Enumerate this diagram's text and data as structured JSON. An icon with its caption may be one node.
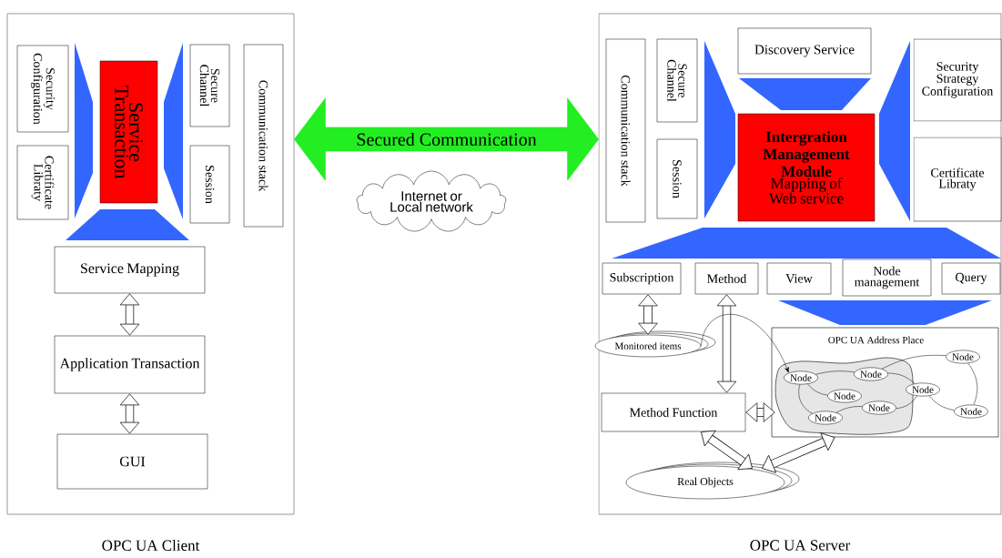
{
  "diagram": {
    "nodes": [
      {
        "text": [
          "OPC UA Client"
        ]
      },
      {
        "text": [
          "Security Configuration"
        ],
        "in": 0
      },
      {
        "text": [
          "Certificate Libraty"
        ],
        "in": 0
      },
      {
        "text": [
          "Service Transaction"
        ],
        "in": 0
      },
      {
        "text": [
          "Secure Channel"
        ],
        "in": 0
      },
      {
        "text": [
          "Session"
        ],
        "in": 0
      },
      {
        "text": [
          "Communication stack"
        ],
        "in": 0
      },
      {
        "text": [
          "Service Mapping"
        ],
        "in": 0
      },
      {
        "text": [
          "Application Transaction"
        ],
        "in": 0
      },
      {
        "text": [
          "GUI"
        ],
        "in": 0
      },
      {
        "text": [
          "OPC UA Server"
        ]
      },
      {
        "text": [
          "Communication stack"
        ],
        "in": 10
      },
      {
        "text": [
          "Secure Channel"
        ],
        "in": 10
      },
      {
        "text": [
          "Session"
        ],
        "in": 10
      },
      {
        "text": [
          "Discovery Service"
        ],
        "in": 10
      },
      {
        "text": [
          "Intergration Management Module",
          "Mapping of Web service"
        ],
        "in": 10
      },
      {
        "text": [
          "Security Strategy Configuration"
        ],
        "in": 10
      },
      {
        "text": [
          "Certificate Libraty"
        ],
        "in": 10
      },
      {
        "text": [
          "Subscription"
        ],
        "in": 10
      },
      {
        "text": [
          "Method"
        ],
        "in": 10
      },
      {
        "text": [
          "View"
        ],
        "in": 10
      },
      {
        "text": [
          "Node management"
        ],
        "in": 10
      },
      {
        "text": [
          "Query"
        ],
        "in": 10
      },
      {
        "text": [
          "Monitored items"
        ],
        "in": 10
      },
      {
        "text": [
          "Method Function"
        ],
        "in": 10
      },
      {
        "text": [
          "OPC UA Address Place"
        ],
        "in": 10
      },
      {
        "text": [],
        "shape": "cloud",
        "in": 25
      },
      {
        "text": [
          "Node"
        ],
        "in": 26
      },
      {
        "text": [
          "Node"
        ],
        "in": 26
      },
      {
        "text": [
          "Node"
        ],
        "in": 26
      },
      {
        "text": [
          "Node"
        ],
        "in": 26
      },
      {
        "text": [
          "Node"
        ],
        "in": 26
      },
      {
        "text": [
          "Node"
        ],
        "in": 25
      },
      {
        "text": [
          "Node"
        ],
        "in": 25
      },
      {
        "text": [
          "Node"
        ],
        "in": 25
      },
      {
        "text": [
          "Real Objects"
        ],
        "in": 10
      },
      {
        "text": [
          "Internet or Local network"
        ]
      },
      {
        "text": [],
        "shape": "trapezoid",
        "in": 0
      },
      {
        "text": [],
        "shape": "trapezoid",
        "in": 0
      },
      {
        "text": [],
        "shape": "trapezoid",
        "in": 0
      },
      {
        "text": [],
        "shape": "trapezoid",
        "in": 10
      },
      {
        "text": [],
        "shape": "trapezoid",
        "in": 10
      },
      {
        "text": [],
        "shape": "trapezoid",
        "in": 10
      },
      {
        "text": [],
        "shape": "trapezoid",
        "in": 10
      },
      {
        "text": [],
        "shape": "trapezoid",
        "in": 10
      }
    ],
    "edges": [
      {
        "from": 0,
        "to": 10,
        "arrow": "both",
        "label": "Secured Communication",
        "style": "thick",
        "color": "#22ee22"
      },
      {
        "from": 7,
        "to": 8,
        "arrow": "both",
        "style": "thick"
      },
      {
        "from": 8,
        "to": 9,
        "arrow": "both",
        "style": "thick"
      },
      {
        "from": 18,
        "to": 23,
        "arrow": "both",
        "style": "thick"
      },
      {
        "from": 19,
        "to": 24,
        "arrow": "both",
        "style": "thick"
      },
      {
        "from": 24,
        "to": 26,
        "arrow": "both",
        "style": "thick"
      },
      {
        "from": 35,
        "to": 24,
        "arrow": "both",
        "style": "thick"
      },
      {
        "from": 35,
        "to": 25,
        "arrow": "both",
        "style": "thick"
      },
      {
        "from": 23,
        "to": 27,
        "arrow": "to"
      },
      {
        "from": 27,
        "to": 28,
        "arrow": "none"
      },
      {
        "from": 27,
        "to": 29,
        "arrow": "none"
      },
      {
        "from": 27,
        "to": 30,
        "arrow": "none"
      },
      {
        "from": 30,
        "to": 31,
        "arrow": "none"
      },
      {
        "from": 28,
        "to": 32,
        "arrow": "none"
      },
      {
        "from": 28,
        "to": 33,
        "arrow": "none"
      },
      {
        "from": 32,
        "to": 34,
        "arrow": "none"
      },
      {
        "from": 33,
        "to": 34,
        "arrow": "none"
      },
      {
        "from": 31,
        "to": 32,
        "arrow": "none"
      }
    ]
  }
}
